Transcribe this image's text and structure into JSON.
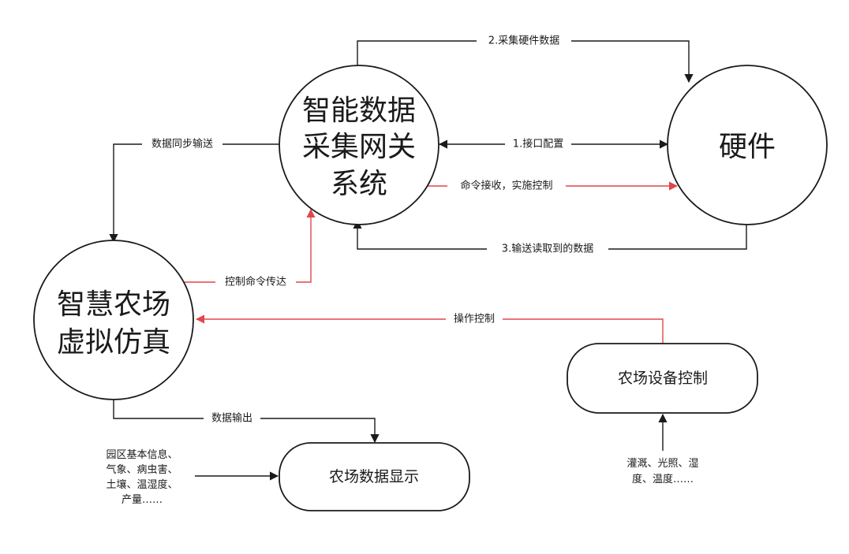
{
  "colors": {
    "black": "#1a1a1a",
    "red": "#e0474c"
  },
  "nodes": {
    "gateway": {
      "lines": [
        "智能数据",
        "采集网关",
        "系统"
      ]
    },
    "hardware": {
      "lines": [
        "硬件"
      ]
    },
    "simulation": {
      "lines": [
        "智慧农场",
        "虚拟仿真"
      ]
    },
    "device_control": {
      "label": "农场设备控制"
    },
    "data_display": {
      "label": "农场数据显示"
    }
  },
  "edges": {
    "collect_hw": "2.采集硬件数据",
    "interface_config": "1.接口配置",
    "command_receive": "命令接收，实施控制",
    "transmit_read": "3.输送读取到的数据",
    "data_sync": "数据同步输送",
    "control_command": "控制命令传达",
    "operation_control": "操作控制",
    "data_output": "数据输出"
  },
  "notes": {
    "park_info": [
      "园区基本信息、",
      "气象、病虫害、",
      "土壤、温湿度、",
      "产量……"
    ],
    "irrigation": [
      "灌溉、光照、湿",
      "度、温度……"
    ]
  }
}
